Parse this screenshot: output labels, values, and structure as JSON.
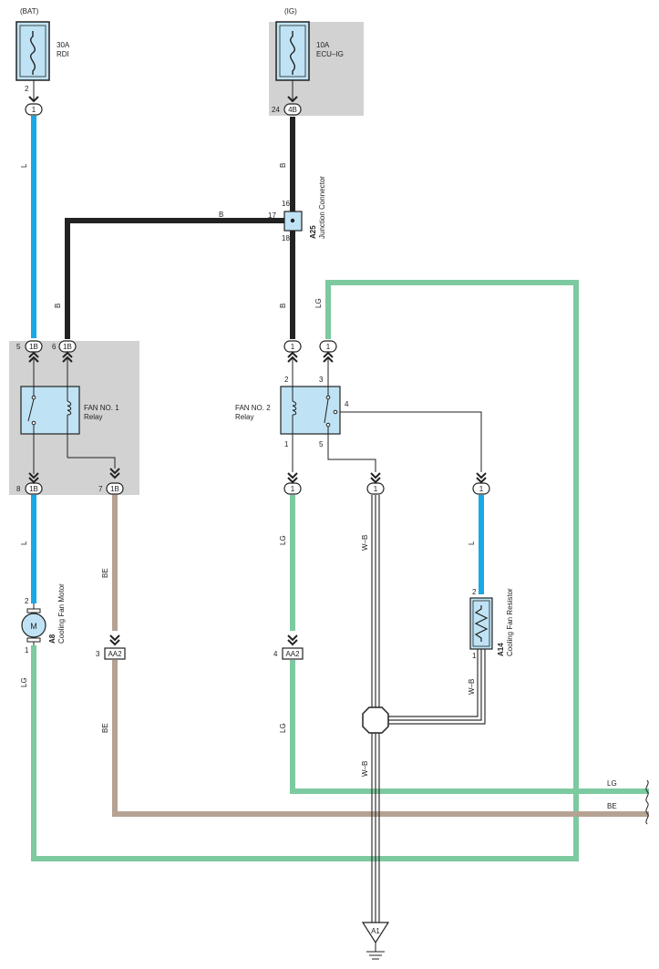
{
  "sources": {
    "bat": "(BAT)",
    "ig": "(IG)"
  },
  "fuses": {
    "rdi": {
      "rating": "30A",
      "name": "RDI"
    },
    "ecu_ig": {
      "rating": "10A",
      "name": "ECU–IG"
    }
  },
  "junction": {
    "code": "A25",
    "name": "Junction Connector"
  },
  "relay1": {
    "line1": "FAN NO. 1",
    "line2": "Relay"
  },
  "relay2": {
    "line1": "FAN NO. 2",
    "line2": "Relay"
  },
  "motor": {
    "code": "A8",
    "name": "Cooling Fan Motor",
    "symbol": "M"
  },
  "resistor": {
    "code": "A14",
    "name": "Cooling Fan Resistor"
  },
  "ground": {
    "code": "A1"
  },
  "connectors": {
    "c1": "1",
    "c4b": "4B",
    "c1b": "1B",
    "caa2": "AA2"
  },
  "pins": {
    "p2": "2",
    "p24": "24",
    "p16": "16",
    "p17": "17",
    "p18": "18",
    "p5": "5",
    "p6": "6",
    "p8": "8",
    "p7": "7",
    "r2": "2",
    "r3": "3",
    "r4": "4",
    "r1": "1",
    "r5": "5",
    "m2": "2",
    "m1": "1",
    "aa3": "3",
    "aa4": "4",
    "z2": "2",
    "z1": "1"
  },
  "wire_labels": {
    "l_upper": "L",
    "b_upper": "B",
    "b_horiz": "B",
    "b_left": "B",
    "b_lower": "B",
    "lg_upper": "LG",
    "l_motor": "L",
    "be_relay": "BE",
    "lg_relay": "LG",
    "wb_mid": "W–B",
    "l_res": "L",
    "wb_res": "W–B",
    "lg_motor": "LG",
    "be_lower": "BE",
    "lg_lower": "LG",
    "wb_lower": "W–B",
    "lg_right": "LG",
    "be_right": "BE"
  },
  "colors": {
    "l": "#1aa7e6",
    "b": "#222222",
    "lg": "#7dc9a0",
    "be": "#b5a292",
    "wb": "#333333",
    "shade": "#d2d2d2",
    "box": "#bfe3f4"
  }
}
